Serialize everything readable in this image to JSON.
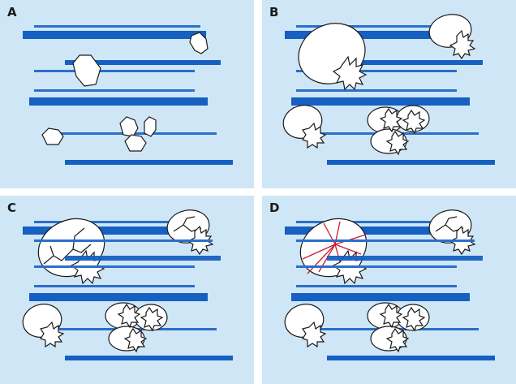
{
  "panels": [
    {
      "label": "A"
    },
    {
      "label": "B"
    },
    {
      "label": "C"
    },
    {
      "label": "D"
    }
  ],
  "colors": {
    "background": "#cfe6f6",
    "thin_line": "#2a6fc9",
    "thick_line": "#1560c0",
    "crack": "#d11a2a",
    "outline": "#1a1a1a",
    "fill": "#ffffff"
  }
}
